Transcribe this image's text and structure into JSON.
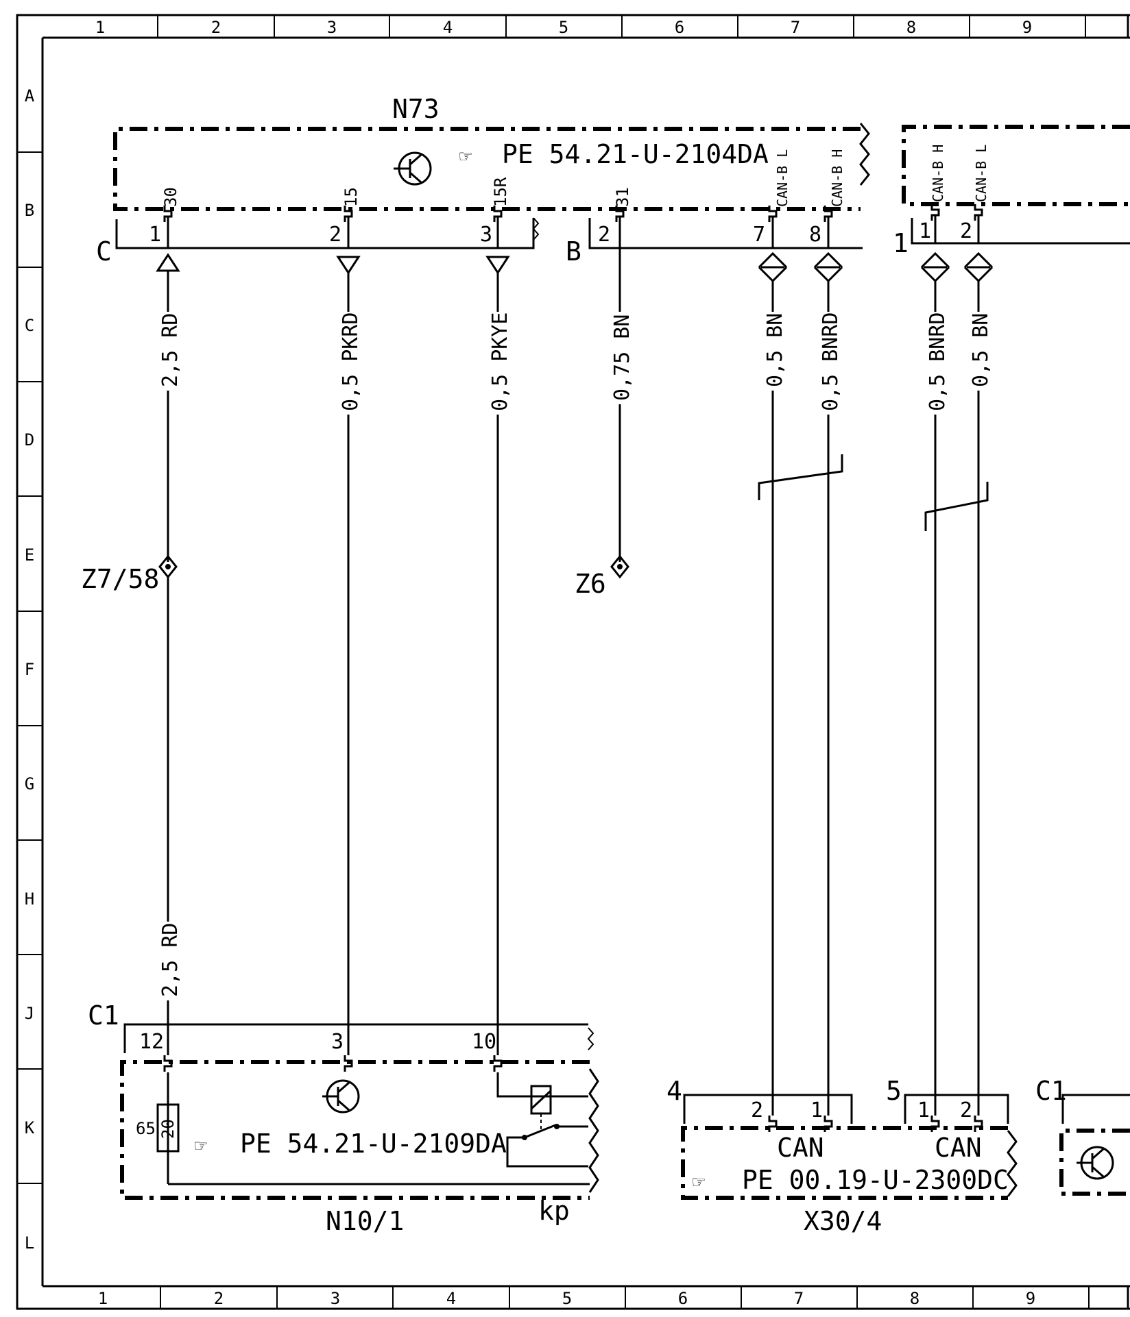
{
  "grid": {
    "cols": [
      "1",
      "2",
      "3",
      "4",
      "5",
      "6",
      "7",
      "8",
      "9"
    ],
    "rows": [
      "A",
      "B",
      "C",
      "D",
      "E",
      "F",
      "G",
      "H",
      "J",
      "K",
      "L"
    ]
  },
  "top_module": {
    "name": "N73",
    "ref": "PE 54.21-U-2104DA",
    "connector_c": "C",
    "connector_b": "B",
    "pins": [
      {
        "func": "30",
        "num": "1"
      },
      {
        "func": "15",
        "num": "2"
      },
      {
        "func": "15R",
        "num": "3"
      },
      {
        "func": "31",
        "num": "2"
      },
      {
        "func": "CAN-B L",
        "num": "7"
      },
      {
        "func": "CAN-B H",
        "num": "8"
      }
    ]
  },
  "right_module": {
    "connector": "1",
    "pins": [
      {
        "func": "CAN-B H",
        "num": "1"
      },
      {
        "func": "CAN-B L",
        "num": "2"
      }
    ]
  },
  "wires": {
    "w1": "2,5 RD",
    "w2": "0,5 PKRD",
    "w3": "0,5 PKYE",
    "w4": "0,75 BN",
    "w5": "0,5 BN",
    "w6": "0,5 BNRD",
    "w7": "0,5 BNRD",
    "w8": "0,5 BN",
    "w1b": "2,5 RD"
  },
  "splices": {
    "z7": "Z7/58",
    "z6": "Z6"
  },
  "bottom_module": {
    "name": "N10/1",
    "connector": "C1",
    "ref": "PE 54.21-U-2109DA",
    "pins": [
      "12",
      "3",
      "10"
    ],
    "fuse_num": "65",
    "fuse_rating": "20",
    "relay_label": "kp"
  },
  "can_module": {
    "name": "X30/4",
    "ref": "PE 00.19-U-2300DC",
    "conn4": "4",
    "conn5": "5",
    "pins4": [
      "2",
      "1"
    ],
    "pins5": [
      "1",
      "2"
    ],
    "can_label": "CAN"
  },
  "partial_module": {
    "connector": "C1"
  }
}
